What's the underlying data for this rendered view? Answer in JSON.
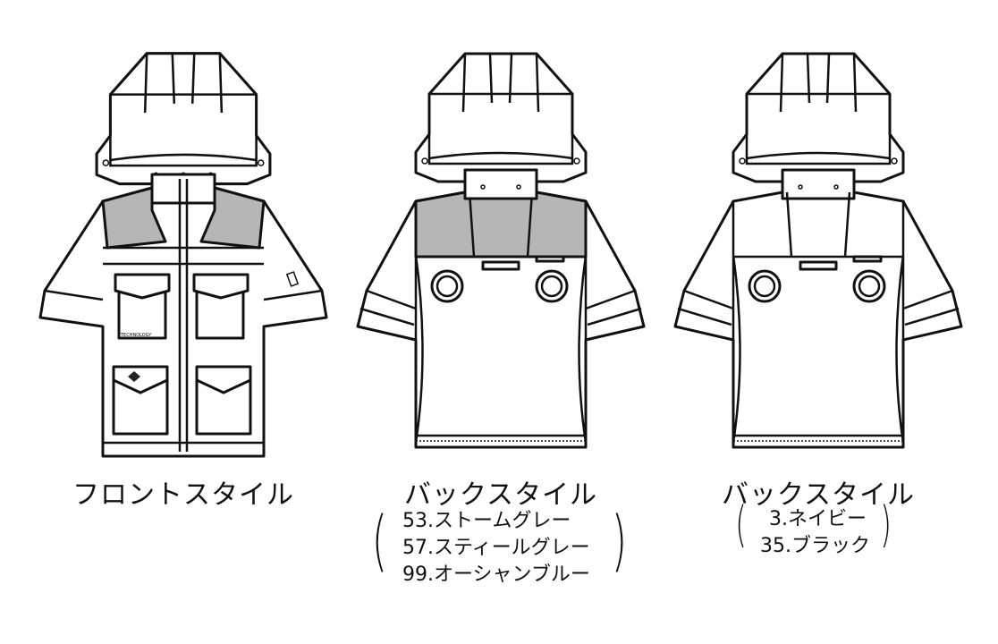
{
  "front": {
    "label": "フロントスタイル",
    "logo_text": "TECHNOLOGY"
  },
  "back_a": {
    "label": "バックスタイル",
    "colors": [
      "53.ストームグレー",
      "57.スティールグレー",
      "99.オーシャンブルー"
    ],
    "yoke_color": "#b6b6b6"
  },
  "back_b": {
    "label": "バックスタイル",
    "colors": [
      "3.ネイビー",
      "35.ブラック"
    ],
    "yoke_color": "#ffffff"
  }
}
